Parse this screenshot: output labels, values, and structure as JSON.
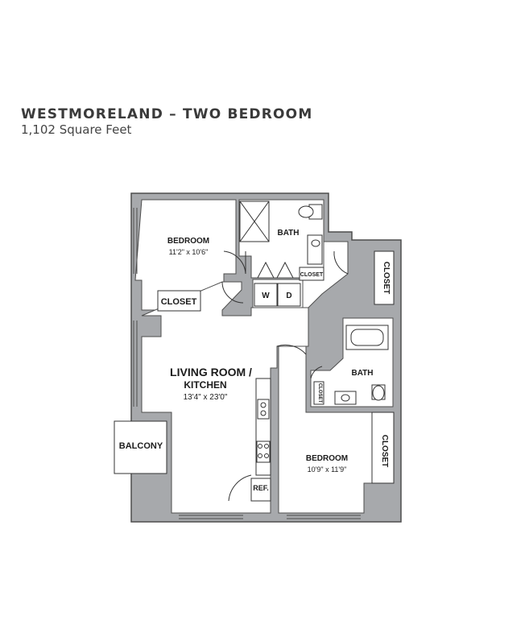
{
  "header": {
    "title": "WESTMORELAND – TWO BEDROOM",
    "subtitle": "1,102 Square Feet"
  },
  "rooms": {
    "bedroom1_name": "BEDROOM",
    "bedroom1_dims": "11'2\" x 10'6\"",
    "bath1": "BATH",
    "closet_small": "CLOSET",
    "washer": "W",
    "dryer": "D",
    "closet_left": "CLOSET",
    "closet_right_top": "CLOSET",
    "living_line1": "LIVING ROOM /",
    "living_line2": "KITCHEN",
    "living_dims": "13'4\" x 23'0\"",
    "bath2": "BATH",
    "closet_bath2": "CLOSET",
    "balcony": "BALCONY",
    "ref": "REF.",
    "bedroom2_name": "BEDROOM",
    "bedroom2_dims": "10'9\" x 11'9\"",
    "closet_right_bottom": "CLOSET"
  },
  "colors": {
    "wall": "#a7a9ac",
    "wall_edge": "#4d4d4d",
    "floor": "#ffffff",
    "fixture": "#333333"
  }
}
